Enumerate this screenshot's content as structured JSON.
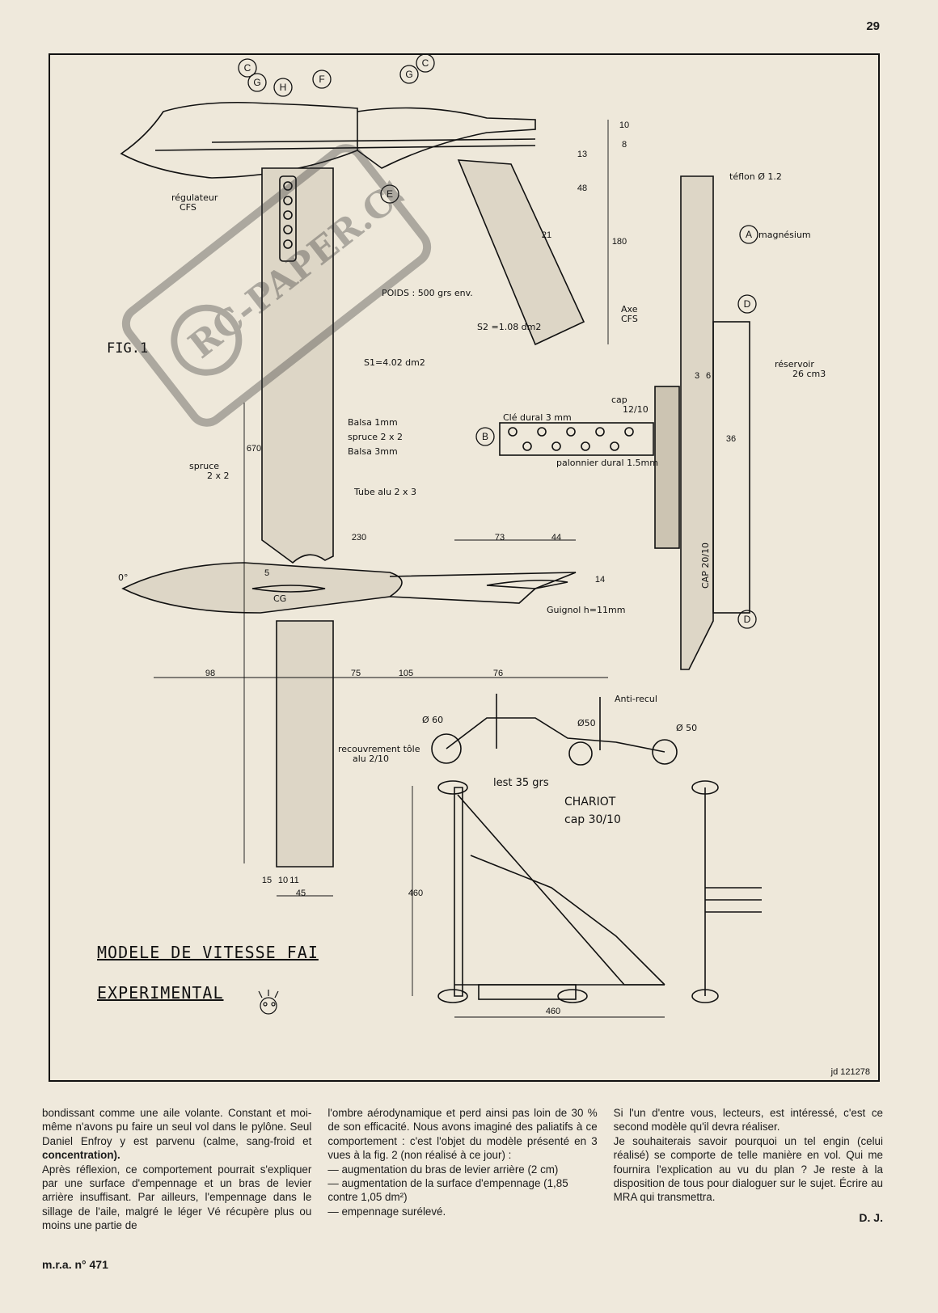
{
  "page_number": "29",
  "figure": {
    "fig_label": "FIG.1",
    "title_line1": "MODELE DE VITESSE FAI",
    "title_line2": "EXPERIMENTAL",
    "drawing_id": "jd 121278",
    "watermark": "RC-PAPER.COM",
    "callouts": [
      "C",
      "G",
      "H",
      "F",
      "G",
      "C",
      "E",
      "A",
      "B",
      "D",
      "D"
    ],
    "labels": {
      "regulateur": "régulateur",
      "cfs": "CFS",
      "poids": "POIDS : 500 grs env.",
      "s2": "S2 =1.08 dm2",
      "s1": "S1=4.02 dm2",
      "balsa1": "Balsa 1mm",
      "spruce22a": "spruce 2 x 2",
      "balsa3": "Balsa 3mm",
      "spruce_left": "spruce",
      "spruce_left2": "2 x 2",
      "tube_alu": "Tube alu 2 x 3",
      "teflon": "téflon Ø 1.2",
      "magnesium": "magnésium",
      "axe": "Axe",
      "axe2": "CFS",
      "reservoir": "réservoir",
      "reservoir2": "26 cm3",
      "cap": "cap",
      "cap2": "12/10",
      "cle_dural": "Clé dural 3 mm",
      "palonnier": "palonnier dural 1.5mm",
      "cap2010": "CAP 20/10",
      "guignol": "Guignol h=11mm",
      "cg": "CG",
      "recouvrement": "recouvrement tôle",
      "recouvrement2": "alu 2/10",
      "anti_recul": "Anti-recul",
      "lest": "lest 35 grs",
      "chariot": "CHARIOT",
      "chariot_cap": "cap 30/10",
      "zero_deg": "0°",
      "d60": "Ø 60",
      "d50a": "Ø50",
      "d50b": "Ø 50"
    },
    "dimensions": {
      "d10": "10",
      "d8": "8",
      "d13": "13",
      "d48": "48",
      "d21": "21",
      "d180": "180",
      "d670": "670",
      "d230": "230",
      "d73": "73",
      "d44": "44",
      "d14": "14",
      "d5": "5",
      "d98": "98",
      "d75": "75",
      "d105": "105",
      "d76": "76",
      "d15": "15",
      "d10b": "10",
      "d11": "11",
      "d45": "45",
      "d3": "3",
      "d6": "6",
      "d36": "36",
      "d460a": "460",
      "d460b": "460"
    }
  },
  "article": {
    "col1": [
      {
        "text": "bondissant comme une aile volante. Constant et moi-même n'avons pu faire un seul vol dans le pylône. Seul Daniel Enfroy y est parvenu (calme, sang-froid et ",
        "bold": "concentration)."
      },
      {
        "text": "Après réflexion, ce comportement pourrait s'expliquer par une surface d'empennage et un bras de levier arrière insuffisant. Par ailleurs, l'empennage dans le sillage de l'aile, malgré le léger Vé récupère plus ou moins une partie de"
      }
    ],
    "col2_intro": "l'ombre aérodynamique et perd ainsi pas loin de 30 % de son efficacité. Nous avons imaginé des paliatifs à ce comportement : c'est l'objet du modèle présenté en 3 vues à la fig. 2 (non réalisé à ce jour) :",
    "col2_items": [
      "— augmentation du bras de levier arrière (2 cm)",
      "— augmentation de la surface d'empennage (1,85 contre 1,05 dm²)",
      "— empennage surélevé."
    ],
    "col3": [
      "Si l'un d'entre vous, lecteurs, est intéressé, c'est ce second modèle qu'il devra réaliser.",
      "Je souhaiterais savoir pourquoi un tel engin (celui réalisé) se comporte de telle manière en vol. Qui me fournira l'explication au vu du plan ? Je reste à la disposition de tous pour dialoguer sur le sujet. Écrire au MRA qui transmettra."
    ],
    "signature": "D. J."
  },
  "footer": "m.r.a. n° 471"
}
